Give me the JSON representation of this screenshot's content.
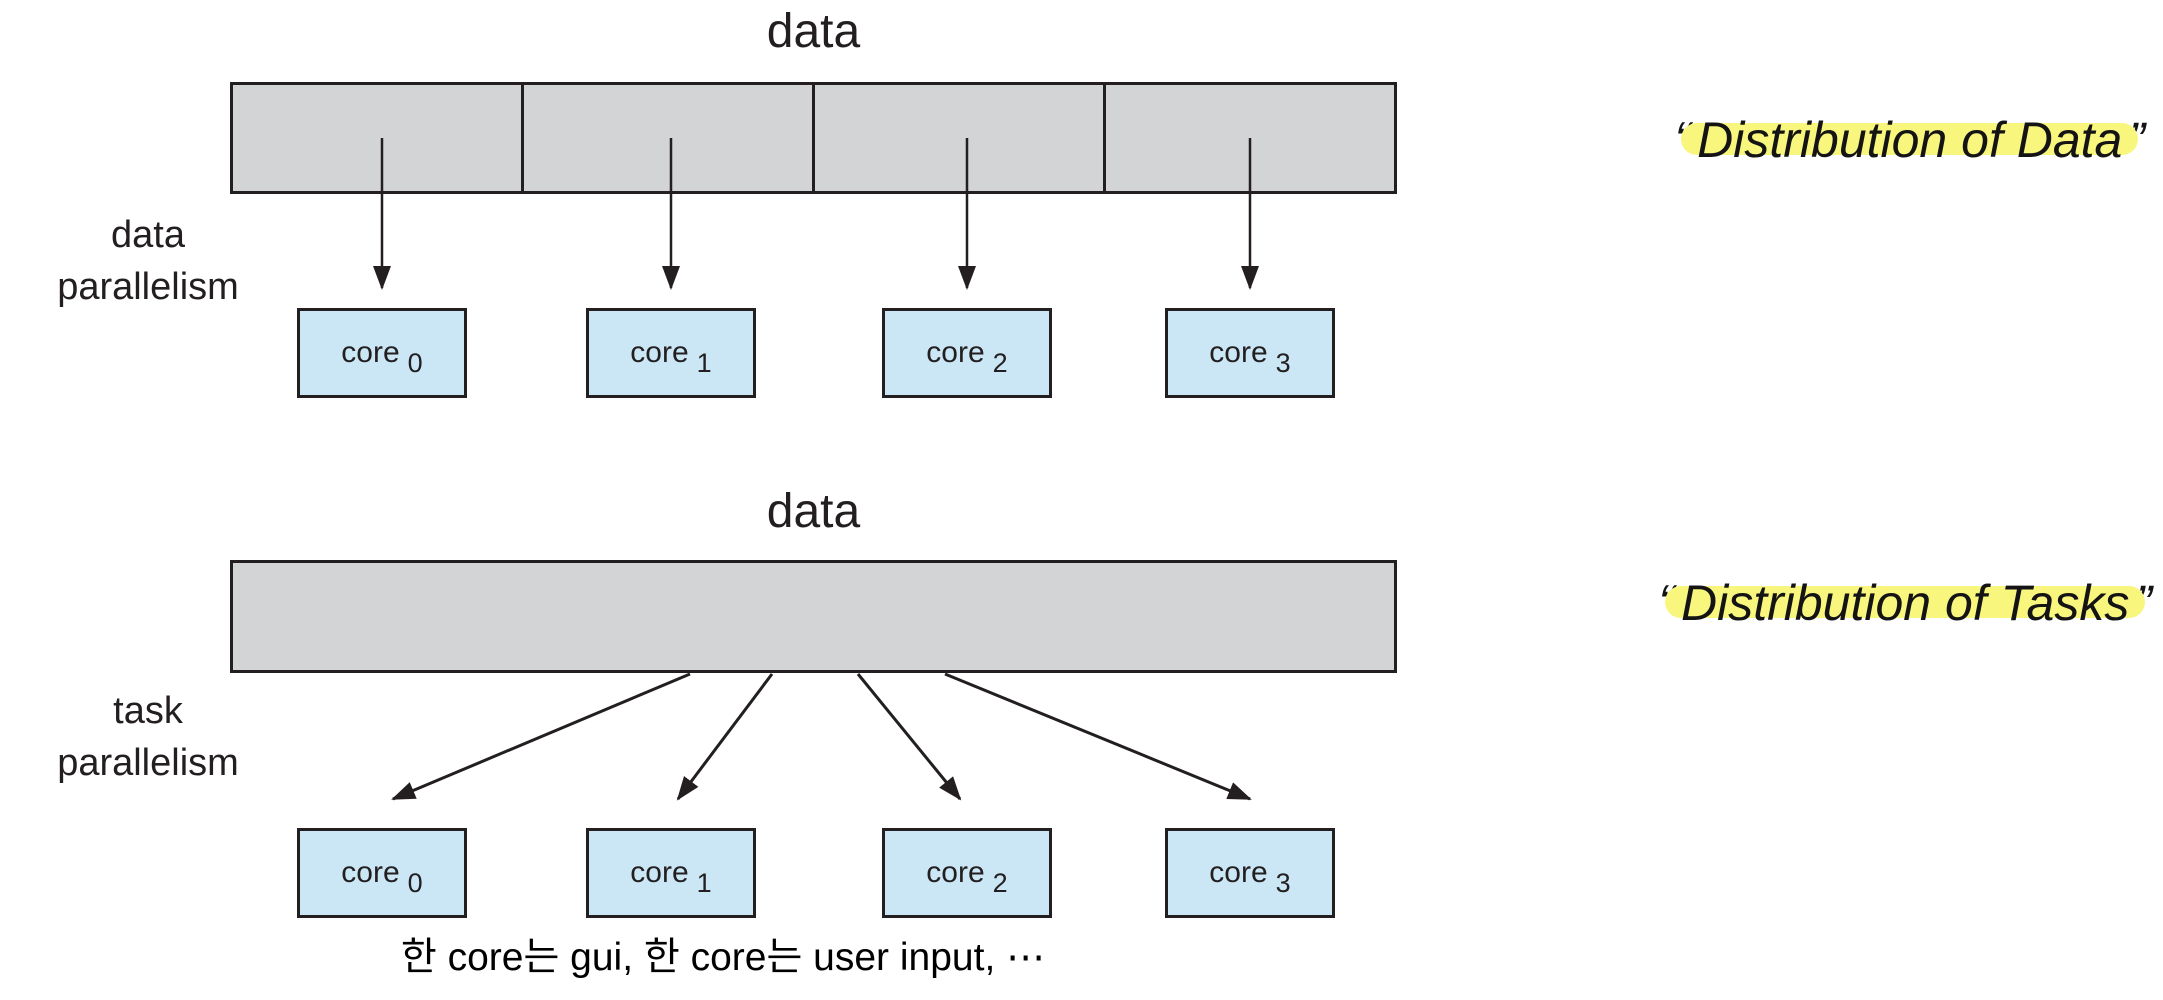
{
  "colors": {
    "line": "#231f20",
    "bar_fill": "#d2d4d5",
    "core_fill": "#cbe7f5",
    "highlight": "#f9f67e"
  },
  "top_section": {
    "title": "data",
    "side_label": {
      "line1": "data",
      "line2": "parallelism"
    },
    "data_bar": {
      "segments": 4
    },
    "cores": [
      {
        "label": "core",
        "sub": "0"
      },
      {
        "label": "core",
        "sub": "1"
      },
      {
        "label": "core",
        "sub": "2"
      },
      {
        "label": "core",
        "sub": "3"
      }
    ],
    "annotation": {
      "quote_open": "“",
      "text": "Distribution of Data",
      "quote_close": "”"
    }
  },
  "bottom_section": {
    "title": "data",
    "side_label": {
      "line1": "task",
      "line2": "parallelism"
    },
    "data_bar": {
      "segments": 1
    },
    "cores": [
      {
        "label": "core",
        "sub": "0"
      },
      {
        "label": "core",
        "sub": "1"
      },
      {
        "label": "core",
        "sub": "2"
      },
      {
        "label": "core",
        "sub": "3"
      }
    ],
    "annotation": {
      "quote_open": "“",
      "text": "Distribution of Tasks",
      "quote_close": "”"
    },
    "caption": "한 core는 gui, 한 core는 user input, ⋯"
  }
}
